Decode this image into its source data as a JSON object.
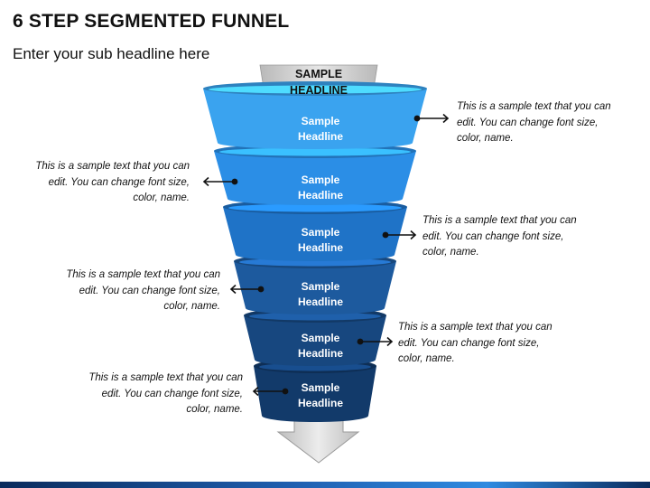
{
  "title": "6 STEP SEGMENTED FUNNEL",
  "subtitle": "Enter your sub headline here",
  "top_label": {
    "line1": "SAMPLE",
    "line2": "HEADLINE"
  },
  "segments": [
    {
      "line1": "Sample",
      "line2": "Headline",
      "color": "#3aa3ef",
      "desc": "This is a sample text that you can edit. You can change font size, color, name.",
      "side": "right"
    },
    {
      "line1": "Sample",
      "line2": "Headline",
      "color": "#2b8ee6",
      "desc": "This is a sample text that you can edit. You can change font size, color, name.",
      "side": "left"
    },
    {
      "line1": "Sample",
      "line2": "Headline",
      "color": "#1f73c7",
      "desc": "This is a sample text that you can edit. You can change font size, color, name.",
      "side": "right"
    },
    {
      "line1": "Sample",
      "line2": "Headline",
      "color": "#1d5a9e",
      "desc": "This is a sample text that you can edit. You can change font size, color, name.",
      "side": "left"
    },
    {
      "line1": "Sample",
      "line2": "Headline",
      "color": "#17477f",
      "desc": "This is a sample text that you can edit. You can change font size, color, name.",
      "side": "right"
    },
    {
      "line1": "Sample",
      "line2": "Headline",
      "color": "#123a6a",
      "desc": "This is a sample text that you can edit. You can change font size, color, name.",
      "side": "left"
    }
  ]
}
